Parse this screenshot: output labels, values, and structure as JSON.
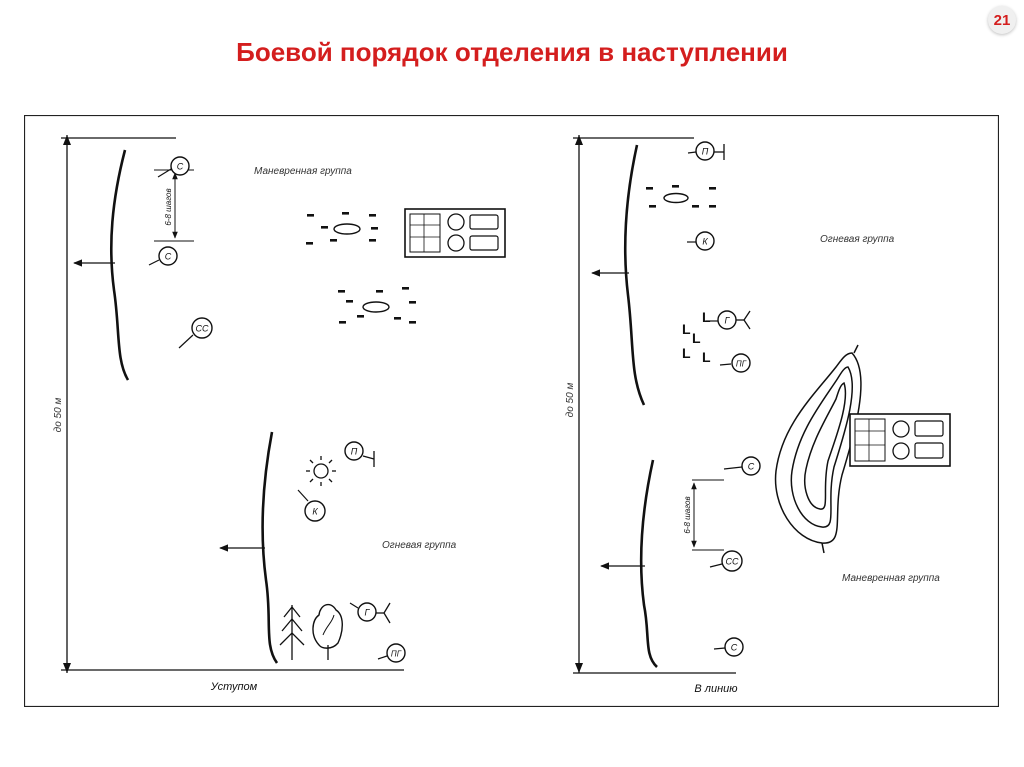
{
  "slide": {
    "number": "21",
    "title": "Боевой порядок отделения в наступлении"
  },
  "left": {
    "caption": "Уступом",
    "distance": "до 50 м",
    "interval": "6-8 шагов",
    "maneuver_group": "Маневренная группа",
    "fire_group": "Огневая группа",
    "symbols": {
      "s1": "С",
      "s2": "С",
      "ss": "СС",
      "p": "П",
      "k": "К",
      "g": "Г",
      "pg": "ПГ"
    }
  },
  "right": {
    "caption": "В линию",
    "distance": "до 50 м",
    "interval": "6-8 шагов",
    "fire_group": "Огневая группа",
    "maneuver_group": "Маневренная группа",
    "symbols": {
      "p": "П",
      "k": "К",
      "g": "Г",
      "pg": "ПГ",
      "s1": "С",
      "ss": "СС",
      "s2": "С"
    }
  }
}
